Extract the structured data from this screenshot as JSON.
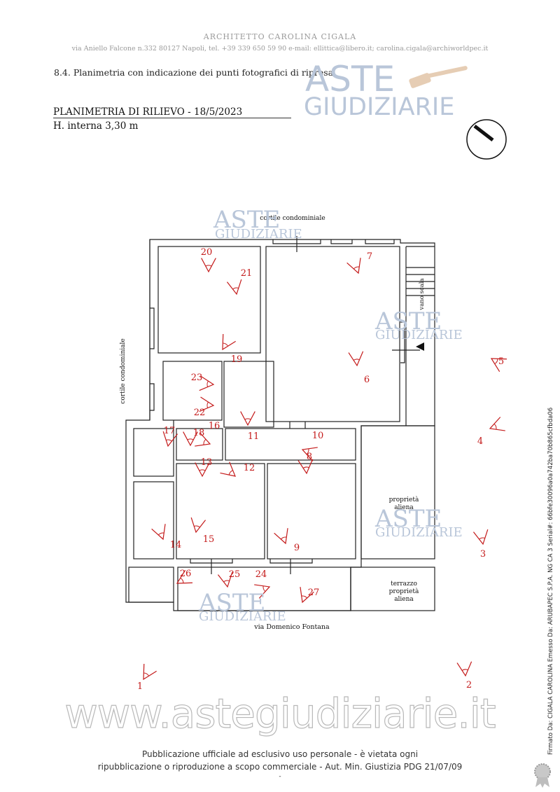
{
  "header": {
    "architect": "ARCHITETTO CAROLINA CIGALA",
    "address": "via Aniello Falcone n.332 80127 Napoli, tel. +39 339 650 59 90 e-mail: ellittica@libero.it; carolina.cigala@archiworldpec.it"
  },
  "section_title": "8.4. Planimetria con indicazione dei punti fotografici di ripresa",
  "plan": {
    "title": "PLANIMETRIA DI RILIEVO - 18/5/2023",
    "height": "H. interna 3,30 m",
    "labels": {
      "cortile_top": "cortile condominiale",
      "cortile_left": "cortile condominiale",
      "vano_scala": "vano scala",
      "proprieta_1": "proprietà",
      "proprieta_2": "aliena",
      "terrazzo_1": "terrazzo",
      "terrazzo_2": "proprietà",
      "terrazzo_3": "aliena",
      "street": "via Domenico Fontana"
    },
    "photo_points": [
      "1",
      "2",
      "3",
      "4",
      "5",
      "6",
      "7",
      "8",
      "9",
      "10",
      "11",
      "12",
      "13",
      "14",
      "15",
      "16",
      "17",
      "18",
      "19",
      "20",
      "21",
      "22",
      "23",
      "24",
      "25",
      "26",
      "27"
    ]
  },
  "watermark": {
    "logo_line1": "ASTE",
    "logo_line2": "GIUDIZIARIE",
    "website": "www.astegiudiziarie.it"
  },
  "footer": {
    "line1": "Pubblicazione ufficiale ad esclusivo uso personale - è vietata ogni",
    "line2": "ripubblicazione o riproduzione a scopo commerciale - Aut. Min. Giustizia PDG 21/07/09",
    "page": "-"
  },
  "signature": "Firmato Da: CIGALA CAROLINA Emesso Da: ARUBAPEC S.P.A. NG CA 3 Serial#: 66bfe30096a0a742ba70b865cfbda06",
  "colors": {
    "marker": "#c41a1a",
    "walls": "#222222",
    "watermark": "#b9c6d9",
    "gavel": "#e6cdb4"
  }
}
